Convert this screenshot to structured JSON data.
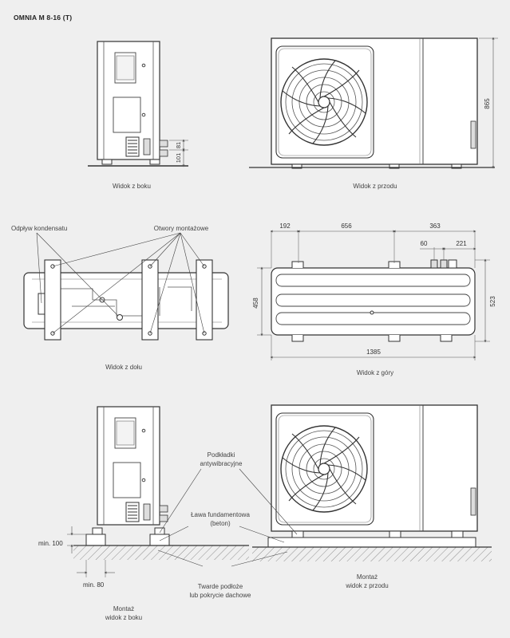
{
  "title": "OMNIA M 8-16 (T)",
  "views": {
    "side": {
      "caption": "Widok z boku",
      "dim_101": "101",
      "dim_81": "81"
    },
    "front": {
      "caption": "Widok z przodu",
      "dim_height": "865"
    },
    "bottom": {
      "caption": "Widok z dołu",
      "label_drain": "Odpływ kondensatu",
      "label_holes": "Otwory montażowe"
    },
    "top": {
      "caption": "Widok z góry",
      "dim_192": "192",
      "dim_656": "656",
      "dim_363": "363",
      "dim_60": "60",
      "dim_221": "221",
      "dim_458": "458",
      "dim_523": "523",
      "dim_1385": "1385"
    },
    "mount": {
      "pads_line1": "Podkładki",
      "pads_line2": "antywibracyjne",
      "bench_line1": "Ława fundamentowa",
      "bench_line2": "(beton)",
      "ground_line1": "Twarde podłoże",
      "ground_line2": "lub pokrycie dachowe",
      "min100": "min. 100",
      "min80": "min. 80",
      "side_caption_1": "Montaż",
      "side_caption_2": "widok z boku",
      "front_caption_1": "Montaż",
      "front_caption_2": "widok z przodu"
    }
  }
}
